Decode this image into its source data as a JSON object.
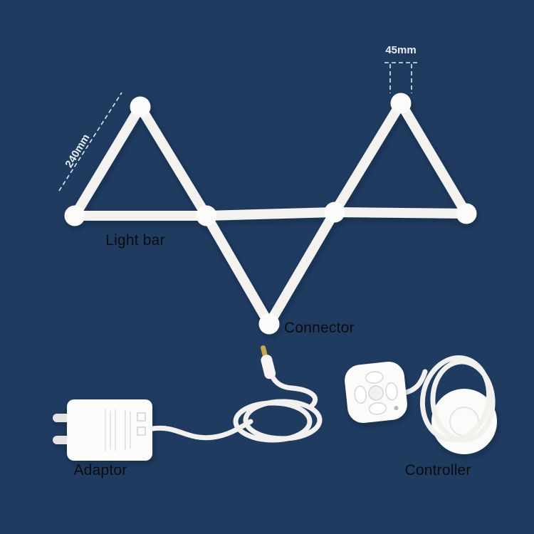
{
  "scene": "light-bar-kit-product-diagram",
  "colors": {
    "background": "#1f3b60",
    "bar": "#f3f2ef",
    "connector": "#fcfbf9",
    "dimension_line": "#dfe7f0",
    "dimension_text": "#e9eef4",
    "part_label_text": "#0c0c0c",
    "cable": "#f2f1ee",
    "plug_tip_gold": "#c9a44b"
  },
  "annotations": {
    "connector_diameter": "45mm",
    "bar_length": "240mm"
  },
  "parts": {
    "light_bar": "Light bar",
    "connector": "Connector",
    "adaptor": "Adaptor",
    "controller": "Controller"
  }
}
